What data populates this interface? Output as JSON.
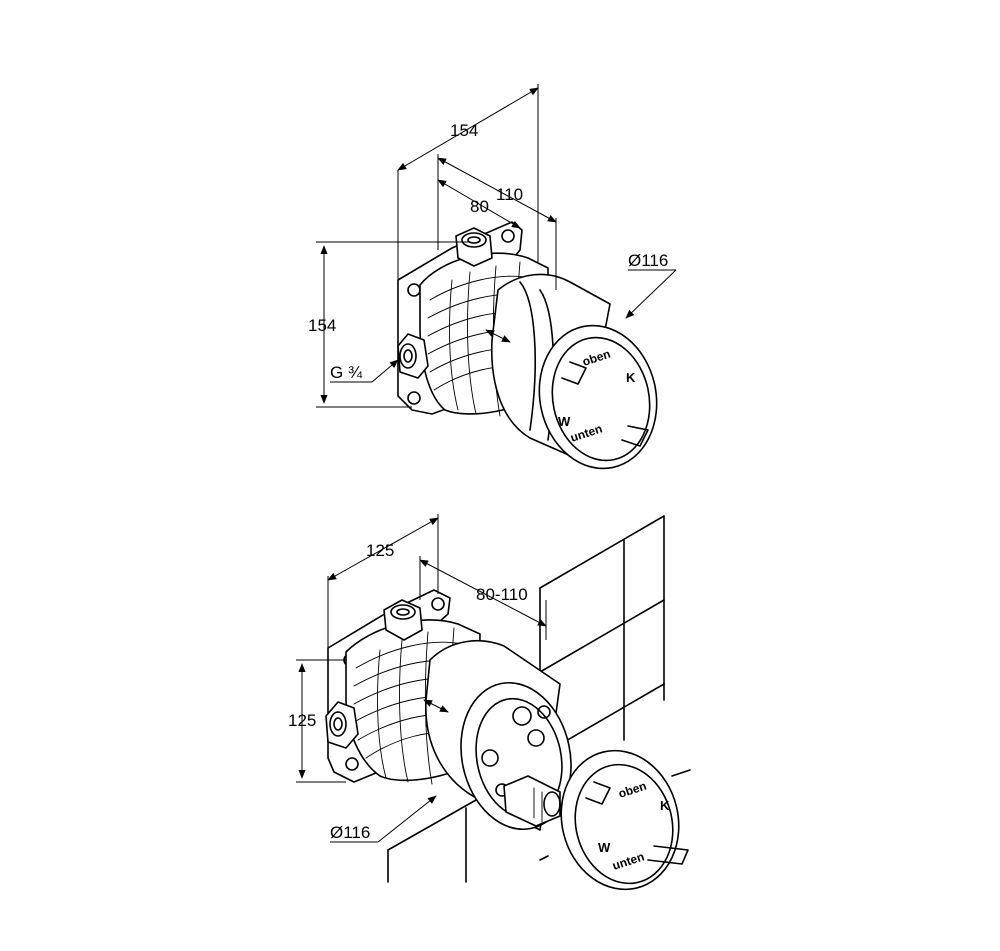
{
  "top_view": {
    "dim_width_overall": "154",
    "dim_depth_outer": "110",
    "dim_depth_inner": "80",
    "dim_height": "154",
    "dim_diameter": "Ø116",
    "thread_label": "G ¾",
    "cap_top": "oben",
    "cap_bottom": "unten",
    "cap_left": "W",
    "cap_right": "K"
  },
  "bottom_view": {
    "dim_width": "125",
    "dim_depth_range": "80-110",
    "dim_height": "125",
    "dim_diameter": "Ø116",
    "cap_top": "oben",
    "cap_bottom": "unten",
    "cap_left": "W",
    "cap_right": "K"
  }
}
